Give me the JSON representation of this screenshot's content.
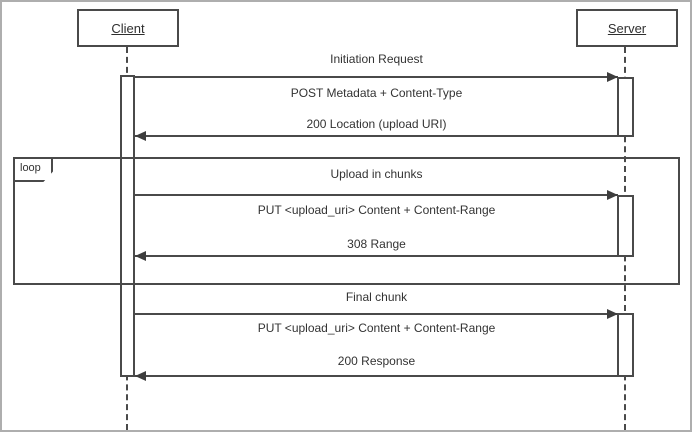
{
  "diagram": {
    "actors": {
      "client": "Client",
      "server": "Server"
    },
    "loop_label": "loop",
    "sections": [
      {
        "title": "Initiation Request",
        "request": "POST Metadata + Content-Type",
        "response": "200 Location (upload URI)"
      },
      {
        "title": "Upload in chunks",
        "request": "PUT <upload_uri> Content + Content-Range",
        "response": "308 Range"
      },
      {
        "title": "Final chunk",
        "request": "PUT <upload_uri> Content + Content-Range",
        "response": "200 Response"
      }
    ],
    "colors": {
      "line": "#4a4a4a",
      "outer_border": "#aeaeae",
      "background": "#ffffff"
    }
  }
}
